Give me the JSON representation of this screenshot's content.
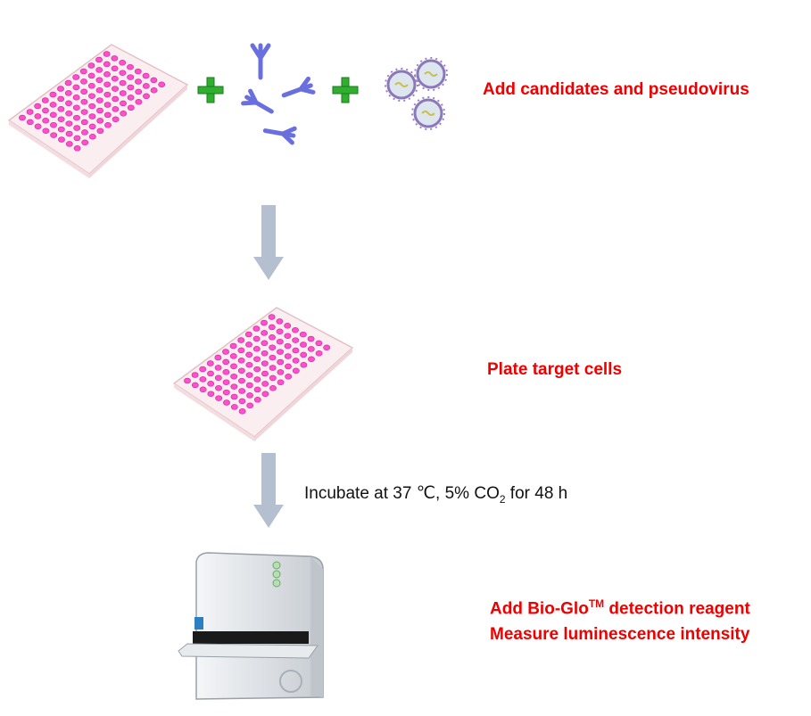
{
  "steps": {
    "step1_label": "Add candidates and pseudovirus",
    "step2_label": "Plate target cells",
    "step3_line1_pre": "Add Bio-Glo",
    "step3_line1_sup": "TM",
    "step3_line1_post": " detection reagent",
    "step3_line2": "Measure luminescence intensity"
  },
  "incubation": {
    "pre": "Incubate at 37 ℃, 5% CO",
    "sub": "2",
    "post": " for 48 h"
  },
  "icons": {
    "plate": "well-plate-icon",
    "antibody": "antibody-icon",
    "plus": "plus-icon",
    "virus": "virus-icon",
    "reader": "plate-reader-icon",
    "arrow": "arrow-down-icon"
  },
  "colors": {
    "label_red": "#ee0000",
    "well_pink": "#ff4fd0",
    "antibody_blue": "#6a6fe0",
    "plus_green": "#2fae2f",
    "arrow_gray": "#b4bfd0"
  }
}
